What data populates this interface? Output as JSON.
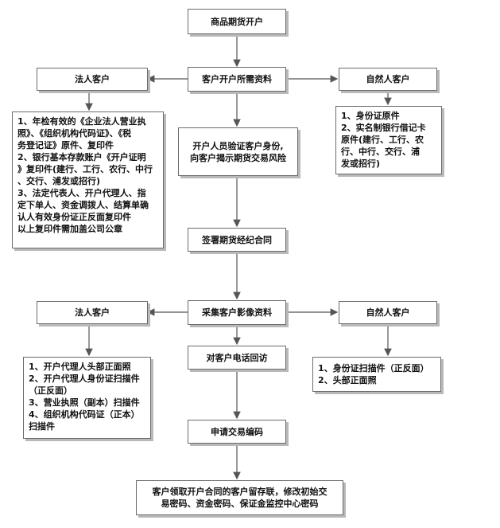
{
  "nodes": {
    "start": "商品期货开户",
    "required_docs": "客户开户所需资料",
    "legal_client_1": "法人客户",
    "natural_client_1": "自然人客户",
    "legal_docs_lines": [
      "1、年检有效的《企业法人营业执",
      "照》、《组织机构代码证》、《税",
      "务登记证》原件、复印件",
      "2、银行基本存款账户《开户证明",
      "》复印件(建行、工行、农行、中行",
      "、交行、浦发或招行)",
      "3、法定代表人、开户代理人、指",
      "定下单人、资金调拨人、结算单确",
      "认人有效身份证正反面复印件",
      "以上复印件需加盖公司公章"
    ],
    "natural_docs_lines": [
      "1、身份证原件",
      "2、实名制银行借记卡",
      "原件(建行、工行、农",
      "行、中行、交行、浦",
      "发或招行)"
    ],
    "verify_lines": [
      "开户人员验证客户身份,",
      "向客户揭示期货交易风险"
    ],
    "sign_contract": "签署期货经纪合同",
    "collect_images": "采集客户影像资料",
    "legal_client_2": "法人客户",
    "natural_client_2": "自然人客户",
    "legal_images_lines": [
      "1、开户代理人头部正面照",
      "2、开户代理人身份证扫描件",
      "（正反面）",
      "3、营业执照（副本）扫描件",
      "4、组织机构代码证（正本）",
      "扫描件"
    ],
    "natural_images_lines": [
      "1、身份证扫描件（正反面）",
      "2、头部正面照"
    ],
    "phone_callback": "对客户电话回访",
    "apply_code": "申请交易编码",
    "final_lines": [
      "客户领取开户合同的客户留存联，修改初始交",
      "易密码、资金密码、保证金监控中心密码"
    ]
  }
}
